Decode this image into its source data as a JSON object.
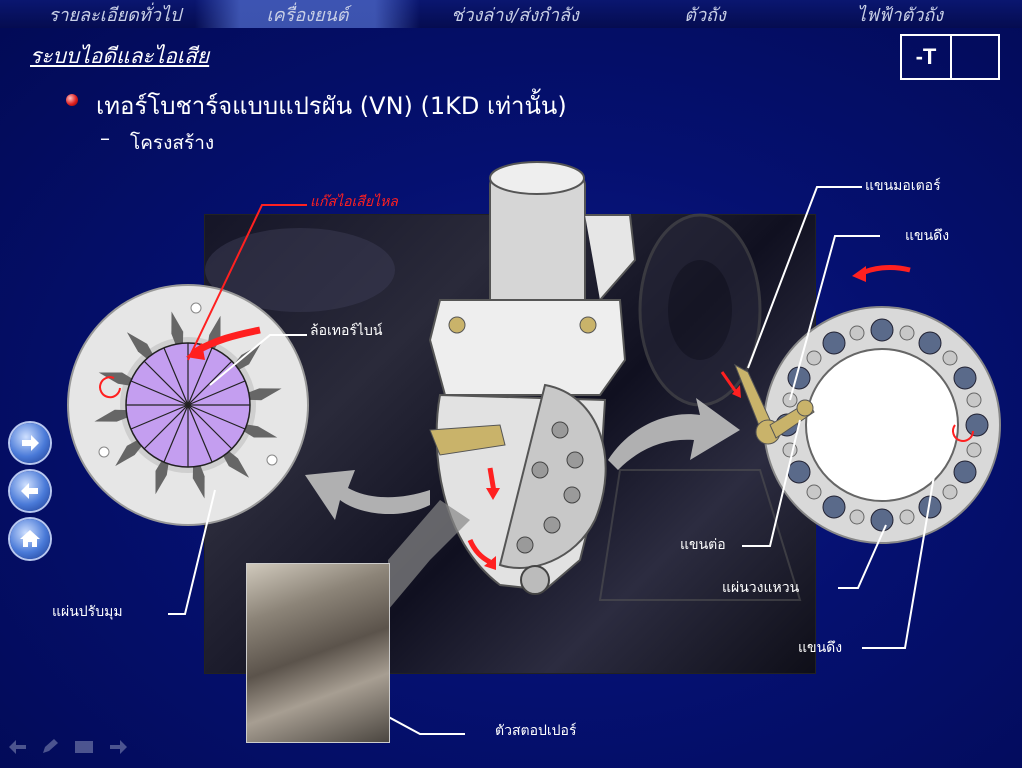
{
  "topnav": {
    "tabs": [
      {
        "label": "รายละเอียดทั่วไป"
      },
      {
        "label": "เครื่องยนต์"
      },
      {
        "label": "ช่วงล่าง/ส่งกำลัง"
      },
      {
        "label": "ตัวถัง"
      },
      {
        "label": "ไฟฟ้าตัวถัง"
      }
    ],
    "active_index": 1
  },
  "page": {
    "title": "ระบบไอดีและไอเสีย",
    "code": "-T",
    "heading": "เทอร์โบชาร์จแบบแปรผัน (VN) (1KD เท่านั้น)",
    "subheading_dash": "–",
    "subheading": "โครงสร้าง"
  },
  "labels": {
    "exhaust_flow": "แก๊สไอเสียไหล",
    "turbine_wheel": "ล้อเทอร์ไบน์",
    "adjust_vane": "แผ่นปรับมุม",
    "motor_arm": "แขนมอเตอร์",
    "pull_arm_top": "แขนดึง",
    "link_arm": "แขนต่อ",
    "ring_plate": "แผ่นวงแหวน",
    "pull_arm_bottom": "แขนดึง",
    "stopper": "ตัวสตอปเปอร์"
  },
  "sidebar": {
    "forward": "forward-arrow-icon",
    "back": "back-arrow-icon",
    "home": "home-icon"
  },
  "colors": {
    "background": "#020a55",
    "accent_red": "#ff2020",
    "turbine_purple": "#c49ef0"
  }
}
